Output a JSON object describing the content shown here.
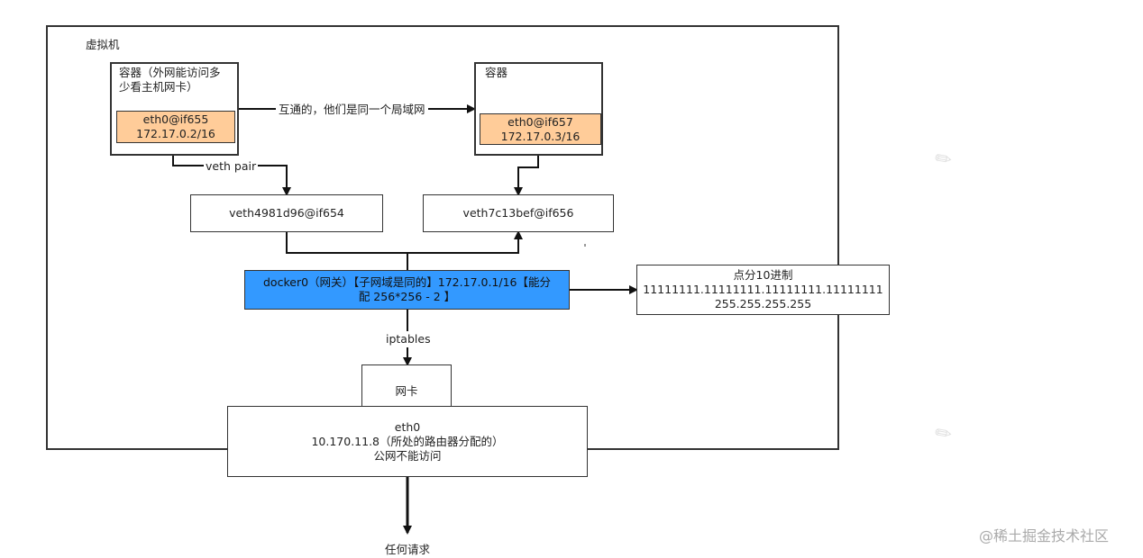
{
  "vm": {
    "label": "虚拟机"
  },
  "container1": {
    "title_line1": "容器（外网能访问多",
    "title_line2": "少看主机网卡）",
    "iface": "eth0@if655",
    "ip": "172.17.0.2/16"
  },
  "container2": {
    "title": "容器",
    "iface": "eth0@if657",
    "ip": "172.17.0.3/16"
  },
  "link_label": "互通的，他们是同一个局域网",
  "veth_pair_label": "veth pair",
  "veth1": "veth4981d96@if654",
  "veth2": "veth7c13bef@if656",
  "docker0": {
    "line1": "docker0（网关）【子网域是同的】172.17.0.1/16【能分",
    "line2": "配 256*256 - 2 】"
  },
  "decimal": {
    "title": "点分10进制",
    "binary": "11111111.11111111.11111111.11111111",
    "mask": "255.255.255.255"
  },
  "iptables_label": "iptables",
  "nic_label": "网卡",
  "eth0": {
    "name": "eth0",
    "ip_line": "10.170.11.8（所处的路由器分配的）",
    "note": "公网不能访问"
  },
  "request_label": "任何请求",
  "watermark": "@稀土掘金技术社区"
}
